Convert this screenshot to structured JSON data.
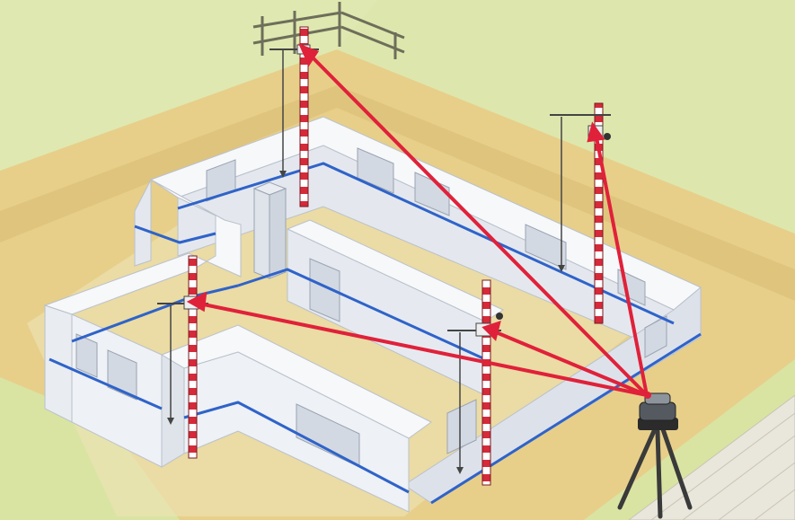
{
  "scene": {
    "subject": "laser-level-foundation-survey",
    "colors": {
      "grass": "#dfe8b0",
      "grass_dark": "#c9d58f",
      "soil": "#e7cf8a",
      "soil_shadow": "#d8bb72",
      "wall_top": "#f7f8fa",
      "wall_side": "#e4e8ee",
      "wall_shadow": "#c9d0da",
      "floor": "#eef1f5",
      "level_line": "#2f63c9",
      "laser_beam": "#e0213a",
      "staff_red": "#d42a3a",
      "staff_white": "#ffffff",
      "pavement": "#e9e6dc",
      "tripod": "#3a3a3a",
      "fence": "#6e6e5a"
    },
    "elements": {
      "laser_level": "rotating-laser-icon",
      "tripod": "tripod-icon",
      "staffs": [
        "staff-back-left",
        "staff-back-right",
        "staff-mid-left",
        "staff-front-center"
      ]
    }
  }
}
